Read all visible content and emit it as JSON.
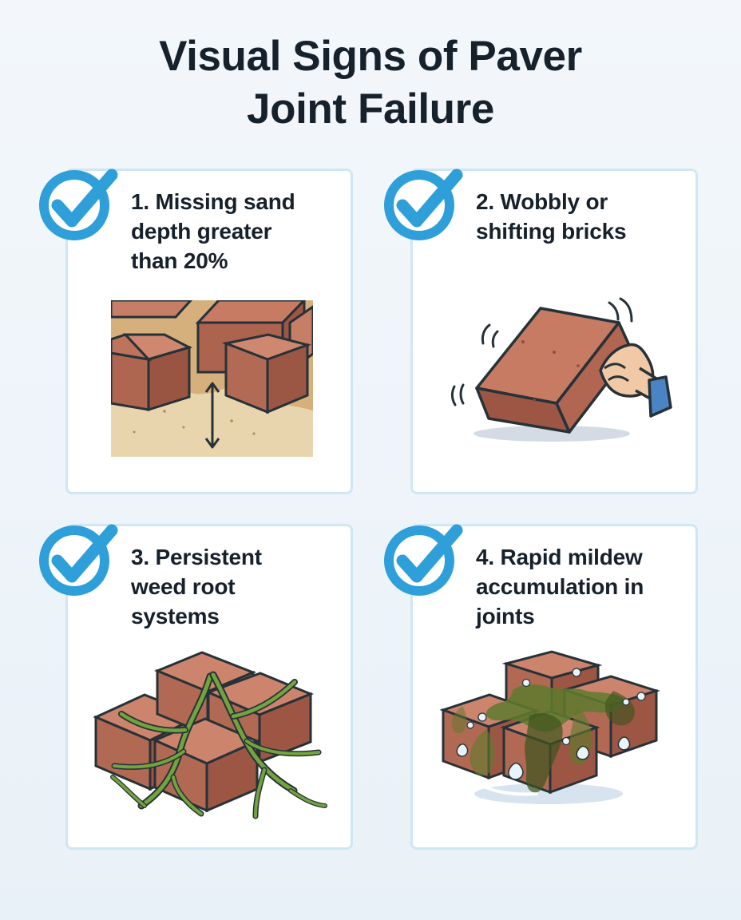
{
  "title": {
    "line1": "Visual Signs of Paver",
    "line2": "Joint Failure"
  },
  "cards": [
    {
      "lines": [
        "1. Missing sand",
        "depth greater",
        "than 20%"
      ],
      "icon": "sand-gap-icon"
    },
    {
      "lines": [
        "2. Wobbly or",
        "shifting bricks"
      ],
      "icon": "wobbly-brick-icon"
    },
    {
      "lines": [
        "3. Persistent",
        "weed root",
        "systems"
      ],
      "icon": "weed-roots-icon"
    },
    {
      "lines": [
        "4. Rapid mildew",
        "accumulation in",
        "joints"
      ],
      "icon": "mildew-joints-icon"
    }
  ],
  "colors": {
    "background": "#eef4fa",
    "card_border": "#cfe7f4",
    "check_blue": "#2e9fd8",
    "brick": "#c57b62",
    "brick_dark": "#a65e4a",
    "sand": "#d8b482",
    "mildew": "#5f7a2e"
  }
}
